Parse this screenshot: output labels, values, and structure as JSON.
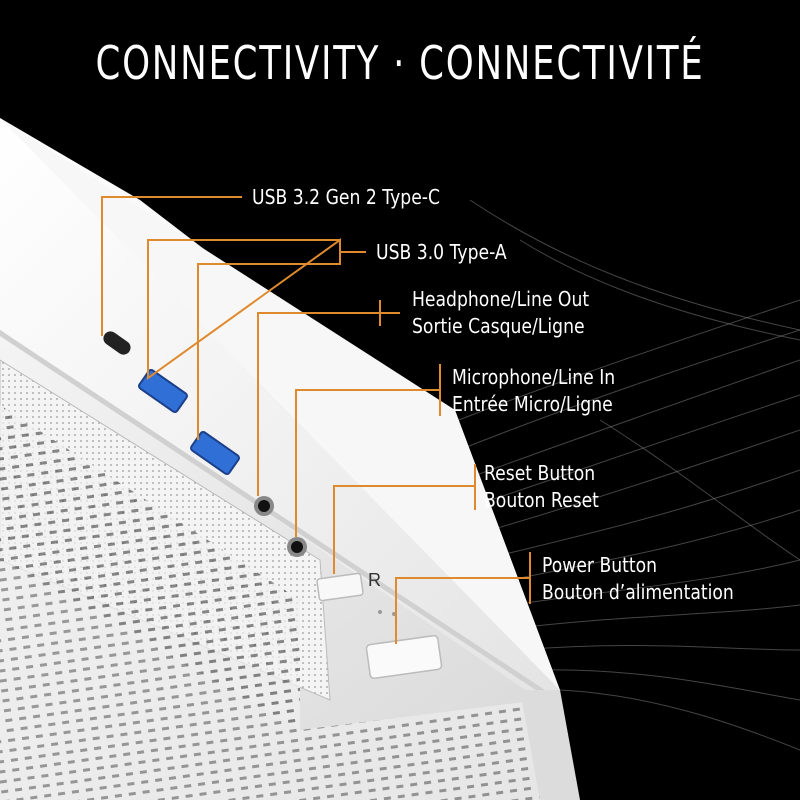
{
  "title": "CONNECTIVITY · CONNECTIVITÉ",
  "callouts": [
    {
      "id": "usb-c",
      "line1": "USB 3.2 Gen 2 Type-C",
      "line2": ""
    },
    {
      "id": "usb-a",
      "line1": "USB 3.0 Type-A",
      "line2": ""
    },
    {
      "id": "headphone",
      "line1": "Headphone/Line Out",
      "line2": "Sortie Casque/Ligne"
    },
    {
      "id": "microphone",
      "line1": "Microphone/Line In",
      "line2": "Entrée Micro/Ligne"
    },
    {
      "id": "reset",
      "line1": "Reset Button",
      "line2": "Bouton Reset"
    },
    {
      "id": "power",
      "line1": "Power Button",
      "line2": "Bouton d’alimentation"
    }
  ],
  "panel_marks": {
    "reset_letter": "R"
  },
  "colors": {
    "background": "#000000",
    "case": "#f2f2f2",
    "leader_line": "#e08a2e",
    "usb_blue": "#2f6fd6",
    "text": "#ffffff"
  }
}
